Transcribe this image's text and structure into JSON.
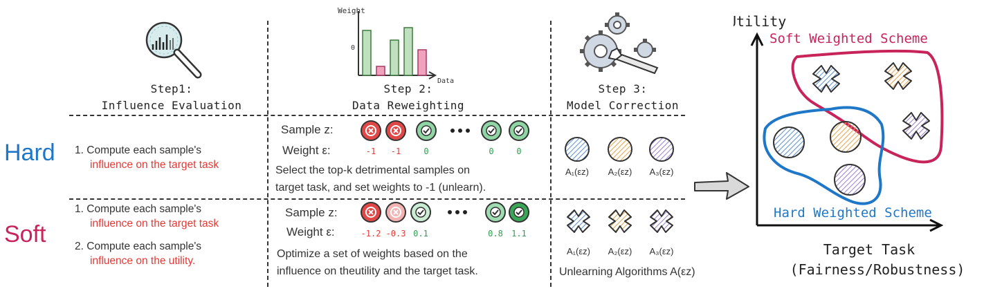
{
  "steps": {
    "step1": {
      "line1": "Step1:",
      "line2": "Influence Evaluation"
    },
    "step2": {
      "line1": "Step 2:",
      "line2": "Data Reweighting"
    },
    "step3": {
      "line1": "Step 3:",
      "line2": "Model Correction"
    }
  },
  "mini_chart": {
    "ylabel": "Weight",
    "xlabel": "Data",
    "zero": "0"
  },
  "rows": {
    "hard": {
      "label": "Hard",
      "item1_num": "1.",
      "item1_black": "Compute each sample's",
      "item1_red": "influence on the target task",
      "sample_label": "Sample z:",
      "weight_label": "Weight ε:",
      "weights": [
        "-1",
        "-1",
        "0",
        "0",
        "0"
      ],
      "ellipsis": "•••",
      "desc_line1": "Select the top-k detrimental samples on",
      "desc_line2": "target task, and set weights to -1 (unlearn).",
      "captions": [
        "A₁(εz)",
        "A₂(εz)",
        "A₃(εz)"
      ]
    },
    "soft": {
      "label": "Soft",
      "item1_num": "1.",
      "item1_black": "Compute each sample's",
      "item1_red": "influence on the target task",
      "item2_num": "2.",
      "item2_black": "Compute each sample's",
      "item2_red": "influence on the utility.",
      "sample_label": "Sample z:",
      "weight_label": "Weight ε:",
      "weights": [
        "-1.2",
        "-0.3",
        "0.1",
        "0.8",
        "1.1"
      ],
      "ellipsis": "•••",
      "desc_line1": "Optimize a set of weights based on the",
      "desc_line2": "influence on theutility and the target task.",
      "captions": [
        "A₁(εz)",
        "A₂(εz)",
        "A₃(εz)"
      ],
      "algo_label": "Unlearning Algorithms A(εz)"
    }
  },
  "plot": {
    "y_axis_label": "Utility",
    "x_axis_line1": "Target Task",
    "x_axis_line2": "(Fairness/Robustness)",
    "soft_scheme": "Soft Weighted Scheme",
    "hard_scheme": "Hard Weighted Scheme"
  },
  "colors": {
    "red_text": "#e53935",
    "green_text": "#2e9d4f",
    "hard_blue": "#1f77c8",
    "soft_crimson": "#c8245a",
    "algo_blue": "#5b8fd6",
    "algo_orange": "#e8a24a",
    "algo_purple": "#9b7fd4",
    "bad_red": "#e04848",
    "good_green": "#3aa657"
  }
}
